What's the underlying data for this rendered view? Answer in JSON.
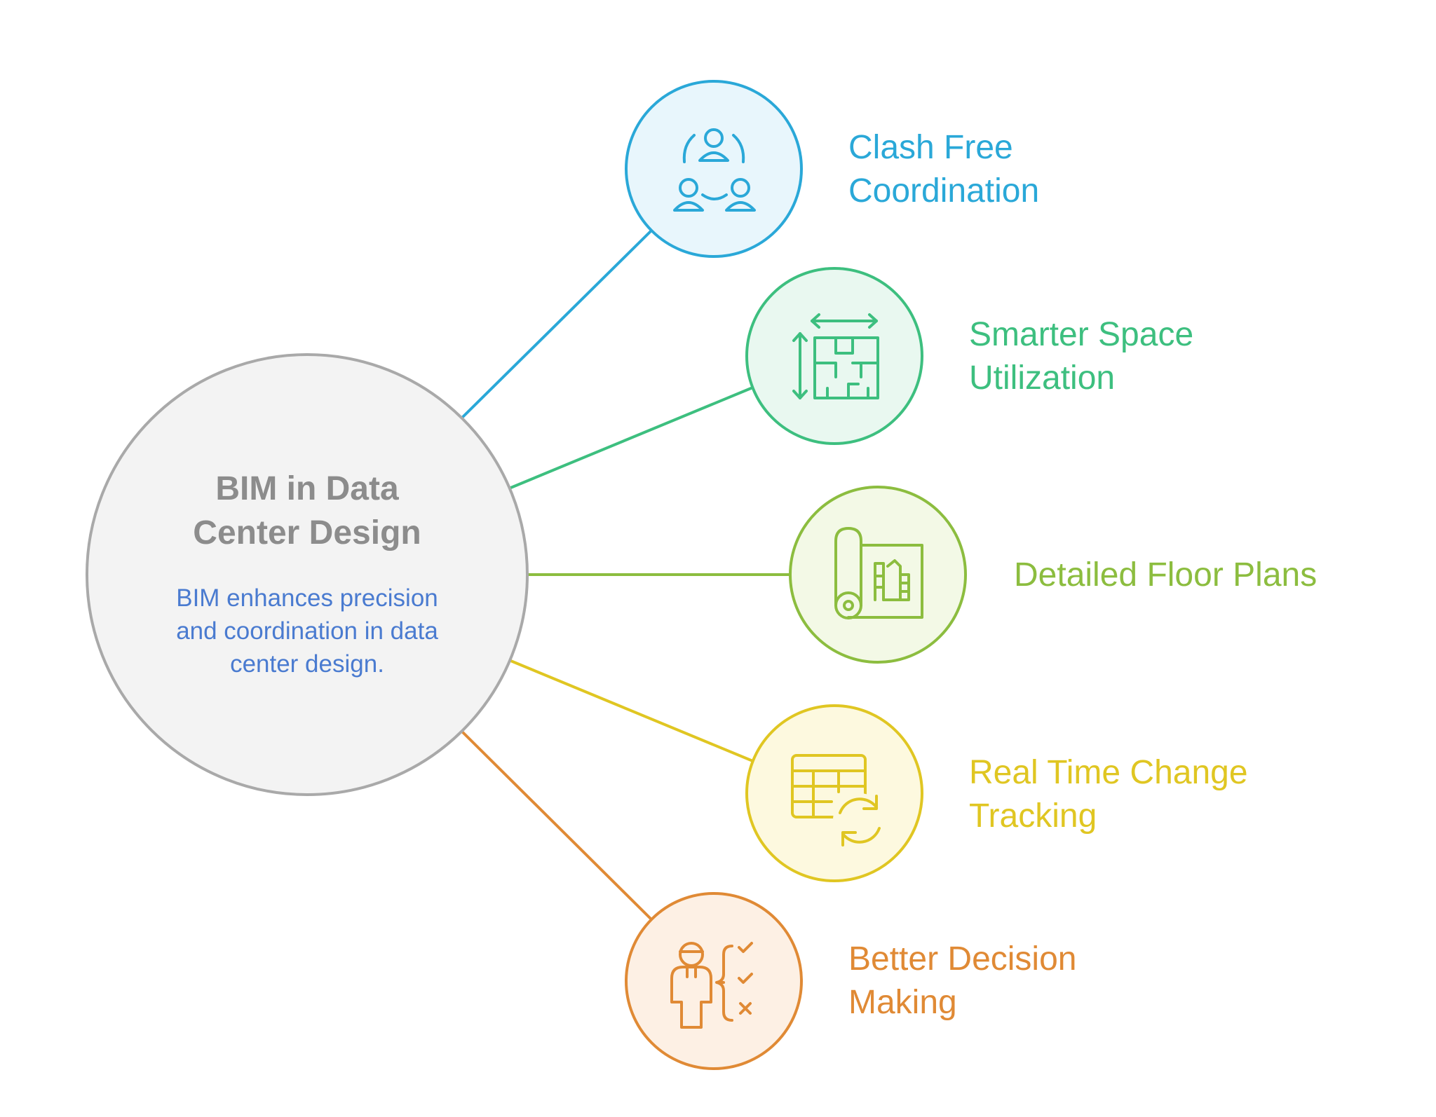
{
  "center": {
    "title_lines": [
      "BIM in Data",
      "Center Design"
    ],
    "description_lines": [
      "BIM enhances precision",
      "and coordination in data",
      "center design."
    ]
  },
  "nodes": [
    {
      "lines": [
        "Clash Free",
        "Coordination"
      ],
      "color": "#2aa8d8",
      "fill": "#e8f6fc",
      "icon": "team-collaboration-icon"
    },
    {
      "lines": [
        "Smarter Space",
        "Utilization"
      ],
      "color": "#3dbf7f",
      "fill": "#e9f8f0",
      "icon": "floor-plan-dimensions-icon"
    },
    {
      "lines": [
        "Detailed Floor Plans"
      ],
      "color": "#8cbd3f",
      "fill": "#f3f9e6",
      "icon": "blueprint-scroll-icon"
    },
    {
      "lines": [
        "Real Time Change",
        "Tracking"
      ],
      "color": "#e0c622",
      "fill": "#fdf9df",
      "icon": "table-refresh-icon"
    },
    {
      "lines": [
        "Better Decision",
        "Making"
      ],
      "color": "#e08a35",
      "fill": "#fdf0e4",
      "icon": "person-checklist-icon"
    }
  ],
  "colors": {
    "center_fill": "#f3f3f3",
    "center_stroke": "#a9a9a9",
    "center_title": "#8c8c8c",
    "center_desc": "#4a7bd0"
  }
}
